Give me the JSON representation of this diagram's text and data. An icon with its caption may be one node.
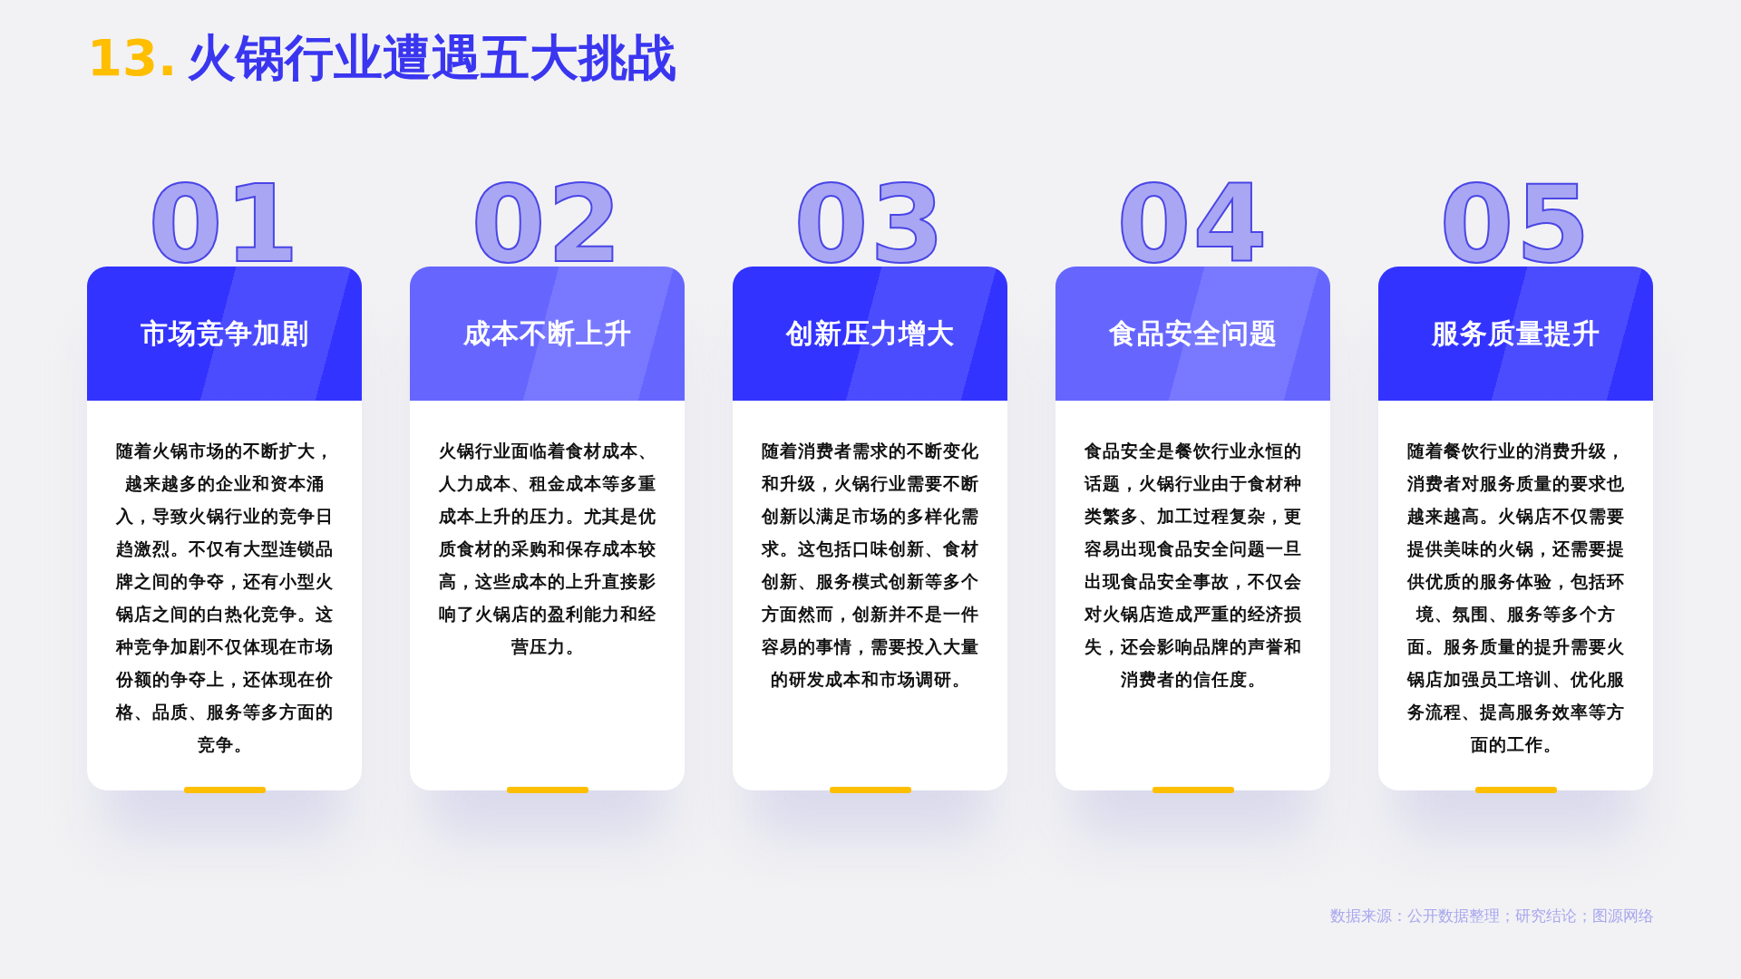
{
  "diagram": {
    "title": "火锅行业遭遇五大挑战",
    "nodes": [
      {
        "text": [
          "01",
          "市场竞争加剧",
          "随着火锅市场的不断扩大，越来越多的企业和资本涌入，导致火锅行业的竞争日趋激烈。不仅有大型连锁品牌之间的争夺，还有小型火锅店之间的白热化竞争。这种竞争加剧不仅体现在市场份额的争夺上，还体现在价格、品质、服务等多方面的竞争。"
        ]
      },
      {
        "text": [
          "02",
          "成本不断上升",
          "火锅行业面临着食材成本、人力成本、租金成本等多重成本上升的压力。尤其是优质食材的采购和保存成本较高，这些成本的上升直接影响了火锅店的盈利能力和经营压力。"
        ]
      },
      {
        "text": [
          "03",
          "创新压力增大",
          "随着消费者需求的不断变化和升级，火锅行业需要不断创新以满足市场的多样化需求。这包括口味创新、食材创新、服务模式创新等多个方面然而，创新并不是一件容易的事情，需要投入大量的研发成本和市场调研。"
        ]
      },
      {
        "text": [
          "04",
          "食品安全问题",
          "食品安全是餐饮行业永恒的话题，火锅行业由于食材种类繁多、加工过程复杂，更容易出现食品安全问题一旦出现食品安全事故，不仅会对火锅店造成严重的经济损失，还会影响品牌的声誉和消费者的信任度。"
        ]
      },
      {
        "text": [
          "05",
          "服务质量提升",
          "随着餐饮行业的消费升级，消费者对服务质量的要求也越来越高。火锅店不仅需要提供美味的火锅，还需要提供优质的服务体验，包括环境、氛围、服务等多个方面。服务质量的提升需要火锅店加强员工培训、优化服务流程、提高服务效率等方面的工作。"
        ]
      }
    ],
    "labels": [
      "13.",
      "数据来源：公开数据整理；研究结论；图源网络"
    ]
  }
}
